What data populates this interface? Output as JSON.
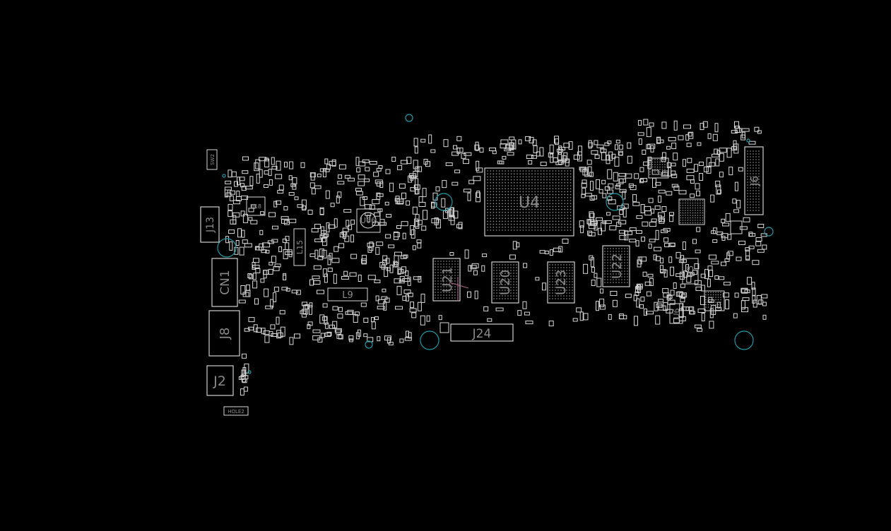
{
  "colors": {
    "background": "#000000",
    "outline": "#d8d8d8",
    "label": "#8a8a8a",
    "via": "#1f9aa8",
    "trace": "#b06a8a"
  },
  "labels": {
    "u4": "U4",
    "u21": "U21",
    "u20": "U20",
    "u23": "U23",
    "u22": "U22",
    "u5": "U5",
    "u6": "U6",
    "u66": "U66",
    "u18": "U18",
    "j24": "J24",
    "j8": "J8",
    "j2": "J2",
    "j6": "J6",
    "j13": "J13",
    "cn1": "CN1",
    "l9": "L9",
    "l15": "L15",
    "hole2": "HOLE2",
    "sw2": "SW2"
  }
}
